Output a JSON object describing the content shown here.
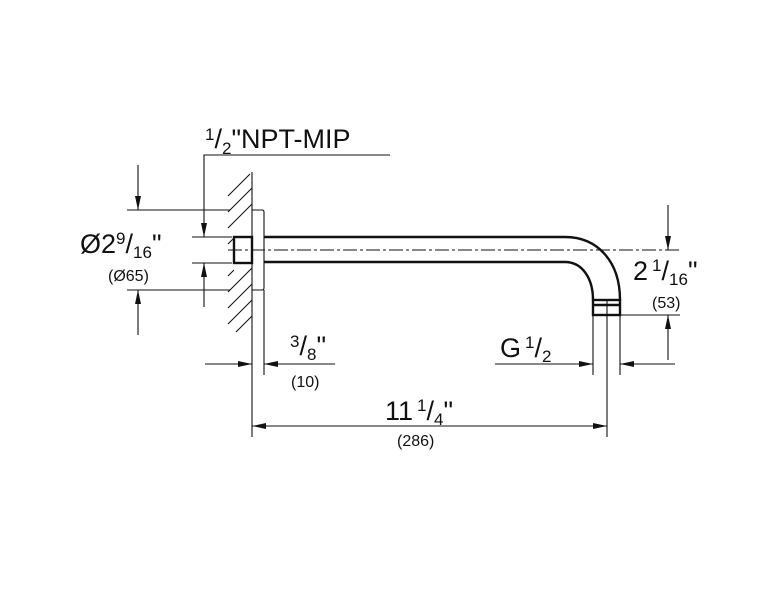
{
  "drawing": {
    "thread_inlet": {
      "num": "1",
      "den": "2",
      "suffix": "\"NPT-MIP"
    },
    "flange_diameter": {
      "prefix": "Ø2",
      "num": "9",
      "den": "16",
      "suffix": "\"",
      "metric": "(Ø65)"
    },
    "flange_depth": {
      "num": "3",
      "den": "8",
      "suffix": "\"",
      "metric": "(10)"
    },
    "outlet_thread": {
      "prefix": "G",
      "num": "1",
      "den": "2"
    },
    "arm_length": {
      "prefix": "11",
      "num": "1",
      "den": "4",
      "suffix": "\"",
      "metric": "(286)"
    },
    "drop_height": {
      "prefix": "2",
      "num": "1",
      "den": "16",
      "suffix": "\"",
      "metric": "(53)"
    }
  }
}
